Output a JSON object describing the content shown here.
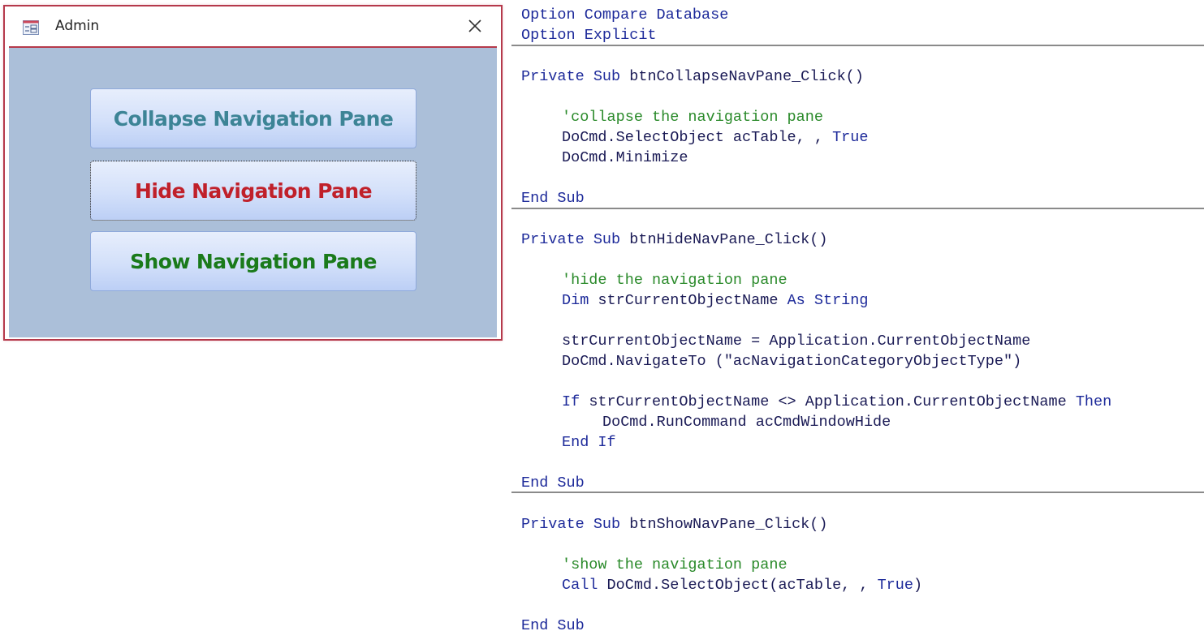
{
  "form": {
    "title": "Admin",
    "title_icon": "form-icon",
    "close_icon": "close-icon",
    "buttons": [
      {
        "label": "Collapse Navigation Pane",
        "color": "#3d8496",
        "focused": false
      },
      {
        "label": "Hide Navigation Pane",
        "color": "#c0202a",
        "focused": true
      },
      {
        "label": "Show Navigation Pane",
        "color": "#1a7a1a",
        "focused": false
      }
    ],
    "colors": {
      "border": "#b5394b",
      "background": "#abbfd9"
    }
  },
  "code": {
    "header": [
      "Option Compare Database",
      "Option Explicit"
    ],
    "subs": [
      {
        "signature_kw": "Private Sub",
        "name": "btnCollapseNavPane_Click()",
        "comment": "'collapse the navigation pane",
        "body": [
          {
            "pre": "DoCmd.SelectObject acTable, , ",
            "kw": "True"
          },
          {
            "pre": "DoCmd.Minimize",
            "kw": ""
          }
        ],
        "end": "End Sub"
      },
      {
        "signature_kw": "Private Sub",
        "name": "btnHideNavPane_Click()",
        "comment": "'hide the navigation pane",
        "body": [
          {
            "kw1": "Dim",
            "mid": " strCurrentObjectName ",
            "kw2": "As String"
          },
          {
            "text": "strCurrentObjectName = Application.CurrentObjectName"
          },
          {
            "text": "DoCmd.NavigateTo (\"acNavigationCategoryObjectType\")"
          },
          {
            "kw1": "If",
            "mid": " strCurrentObjectName <> Application.CurrentObjectName ",
            "kw2": "Then"
          },
          {
            "text": "DoCmd.RunCommand acCmdWindowHide"
          },
          {
            "kw1": "End If"
          }
        ],
        "end": "End Sub"
      },
      {
        "signature_kw": "Private Sub",
        "name": "btnShowNavPane_Click()",
        "comment": "'show the navigation pane",
        "body": [
          {
            "kw1": "Call",
            "mid": " DoCmd.SelectObject(acTable, , ",
            "kw2": "True",
            "post": ")"
          }
        ],
        "end": "End Sub"
      }
    ]
  }
}
